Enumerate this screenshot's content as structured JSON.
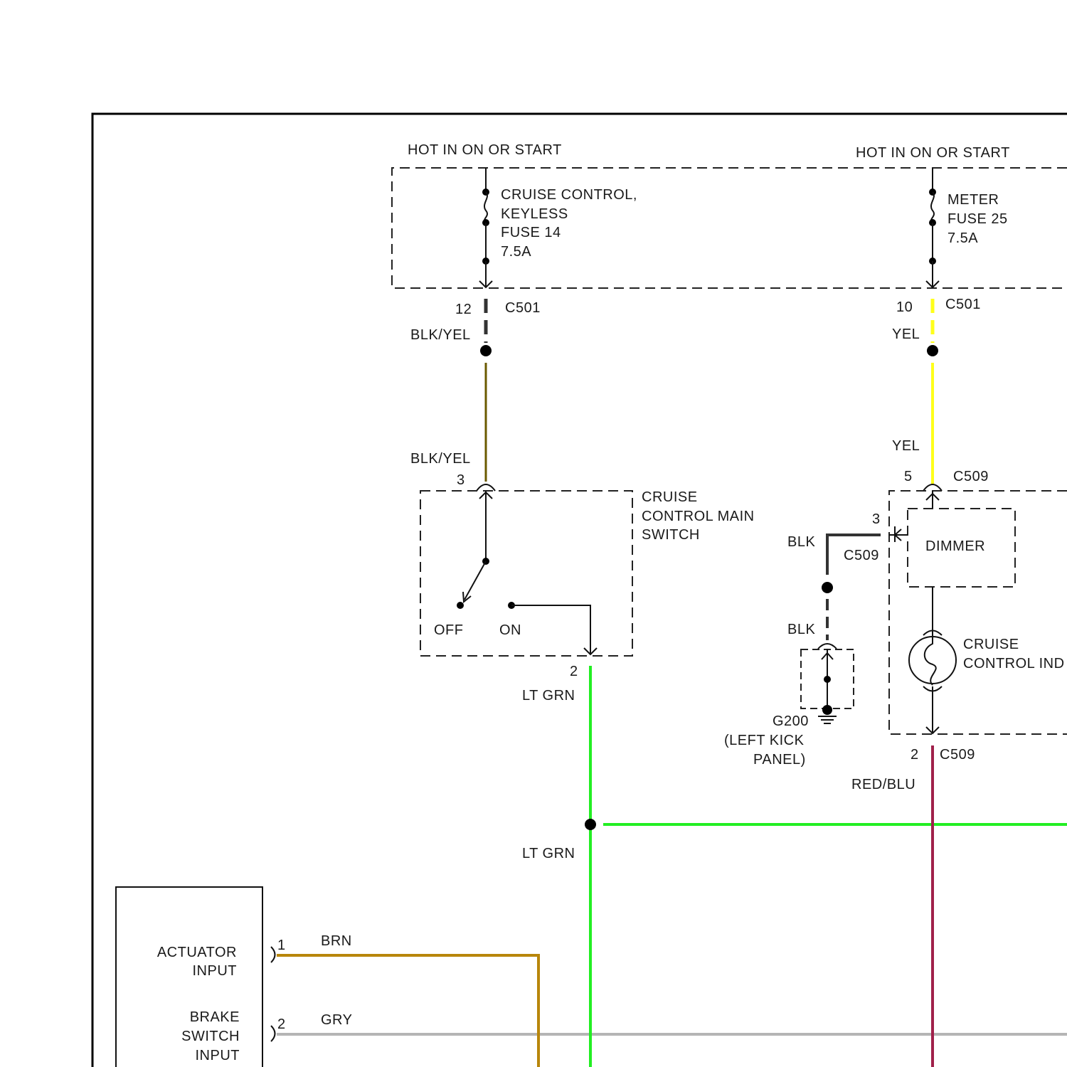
{
  "colors": {
    "blk_yel": "#6b5a00",
    "yel": "#ffff1a",
    "lt_grn": "#22ee22",
    "red_blu": "#a0204a",
    "blk": "#333333",
    "brn": "#b8860b",
    "gry": "#b5b5b5"
  },
  "fusebox": {
    "left_hot": "HOT IN ON OR START",
    "right_hot": "HOT IN ON OR START",
    "fuse14": [
      "CRUISE CONTROL,",
      "KEYLESS",
      "FUSE 14",
      "7.5A"
    ],
    "fuse25": [
      "METER",
      "FUSE 25",
      "7.5A"
    ]
  },
  "connectors": {
    "c501_left_pin": "12",
    "c501_left_name": "C501",
    "c501_right_pin": "10",
    "c501_right_name": "C501",
    "main_switch_in_pin": "3",
    "main_switch_out_pin": "2",
    "c509_top_pin": "5",
    "c509_top_name": "C509",
    "c509_dimmer_pin": "3",
    "c509_dimmer_name": "C509",
    "c509_bottom_pin": "2",
    "c509_bottom_name": "C509",
    "module_pin1": "1",
    "module_pin2": "2"
  },
  "wires": {
    "blk_yel_top": "BLK/YEL",
    "blk_yel_bottom": "BLK/YEL",
    "yel_top": "YEL",
    "yel_bottom": "YEL",
    "lt_grn_top": "LT GRN",
    "lt_grn_bottom": "LT GRN",
    "blk_top": "BLK",
    "blk_bottom": "BLK",
    "red_blu": "RED/BLU",
    "brn": "BRN",
    "gry": "GRY"
  },
  "main_switch": {
    "title": [
      "CRUISE",
      "CONTROL MAIN",
      "SWITCH"
    ],
    "off_label": "OFF",
    "on_label": "ON"
  },
  "indicator": {
    "dimmer_label": "DIMMER",
    "title": [
      "CRUISE",
      "CONTROL IND"
    ]
  },
  "ground": {
    "name": "G200",
    "location": [
      "(LEFT KICK",
      "PANEL)"
    ]
  },
  "module": {
    "actuator": [
      "ACTUATOR",
      "INPUT"
    ],
    "brake": [
      "BRAKE",
      "SWITCH",
      "INPUT"
    ]
  }
}
